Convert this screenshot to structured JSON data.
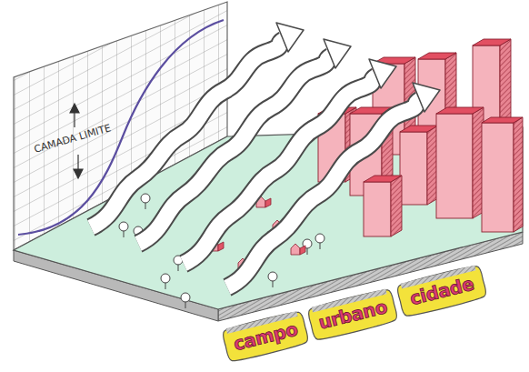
{
  "diagram": {
    "nodes": [
      {
        "text": [
          "campo"
        ]
      },
      {
        "text": [
          "urbano"
        ]
      },
      {
        "text": [
          "cidade"
        ]
      }
    ],
    "labels": [
      "CAMADA LIMITE"
    ]
  }
}
